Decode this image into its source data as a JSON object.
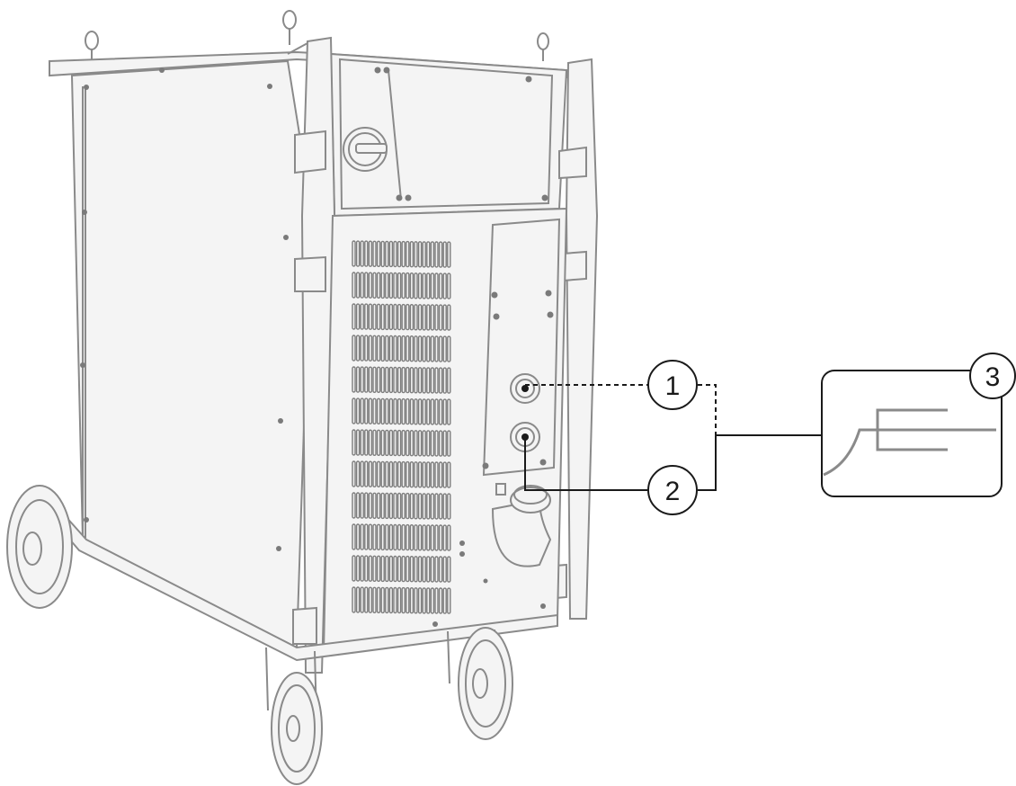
{
  "callouts": [
    {
      "id": "1",
      "label": "1"
    },
    {
      "id": "2",
      "label": "2"
    },
    {
      "id": "3",
      "label": "3"
    }
  ],
  "colors": {
    "drawing": "#8a8a8a",
    "callout": "#1a1a1a",
    "background": "#ffffff"
  }
}
